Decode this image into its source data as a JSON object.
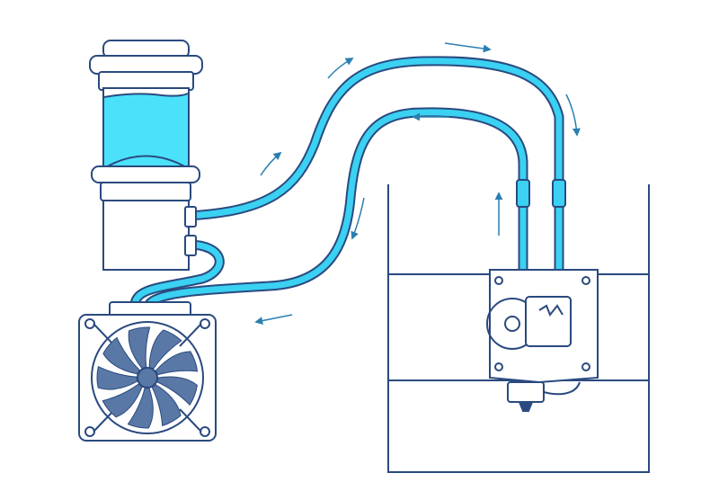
{
  "diagram": {
    "type": "water-cooling-loop",
    "labels": [],
    "components": [
      "reservoir",
      "pump",
      "radiator-fan",
      "tubing",
      "extruder-hotend",
      "liquid-bath"
    ],
    "colors": {
      "line": "#2a4a7f",
      "coolant": "#3ad1f2",
      "coolant_fill": "#4be1fb",
      "fan_blade": "#5a78a6",
      "tank_water": "#2a4a7f",
      "arrow": "#2a7fb0",
      "background": "#ffffff"
    },
    "flow_direction": "clockwise"
  }
}
